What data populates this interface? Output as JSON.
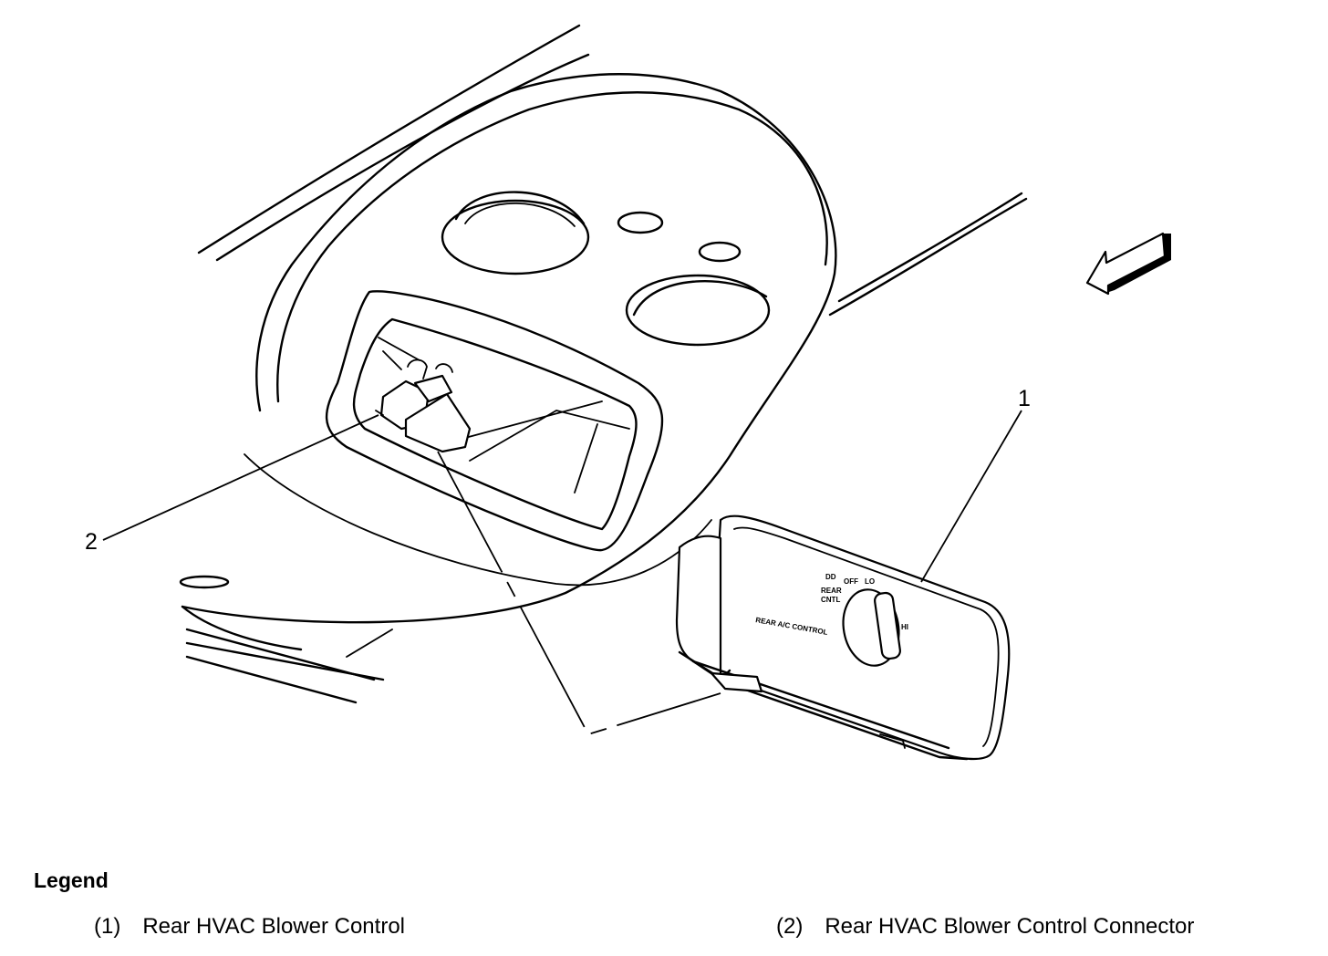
{
  "diagram": {
    "callouts": [
      {
        "id": "1",
        "label": "1"
      },
      {
        "id": "2",
        "label": "2"
      }
    ],
    "panel_text": {
      "mode_top": "DD",
      "mode_rear": "REAR",
      "mode_cntl": "CNTL",
      "off": "OFF",
      "lo": "LO",
      "hi": "HI",
      "panel_label": "REAR A/C CONTROL"
    },
    "direction_arrow": "front-arrow-icon"
  },
  "legend": {
    "title": "Legend",
    "items": [
      {
        "number": "(1)",
        "label": "Rear HVAC Blower Control"
      },
      {
        "number": "(2)",
        "label": "Rear HVAC Blower Control Connector"
      }
    ]
  }
}
